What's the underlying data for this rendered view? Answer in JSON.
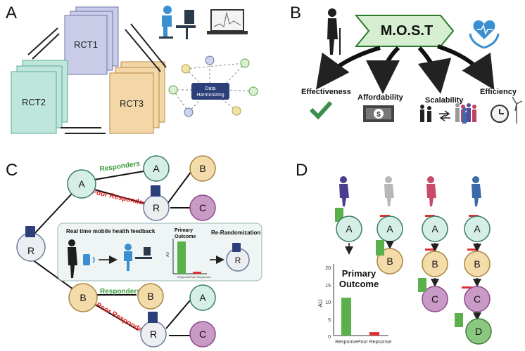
{
  "panels": {
    "A": {
      "letter": "A",
      "rct1": "RCT1",
      "rct2": "RCT2",
      "rct3": "RCT3",
      "harmonizing_line1": "Data",
      "harmonizing_line2": "Harmonizing"
    },
    "B": {
      "letter": "B",
      "title": "M.O.S.T",
      "outcomes": [
        "Effectiveness",
        "Affordability",
        "Scalability",
        "Efficiency"
      ]
    },
    "C": {
      "letter": "C",
      "node_r": "R",
      "node_a": "A",
      "node_b": "B",
      "node_c": "C",
      "responders": "Responders",
      "poor_responders": "Poor Responders",
      "feedback": "Real time mobile health feedback",
      "primary_line1": "Primary",
      "primary_line2": "Outcome",
      "rerandomization": "Re-Randomization",
      "au": "AU",
      "bar_labels": [
        "Response",
        "Poor Responses"
      ]
    },
    "D": {
      "letter": "D",
      "node_a": "A",
      "node_b": "B",
      "node_c": "C",
      "node_d": "D",
      "chart_title_line1": "Primary",
      "chart_title_line2": "Outcome",
      "au": "AU",
      "ticks": [
        "20",
        "15",
        "10",
        "5",
        "0"
      ],
      "bar_labels": [
        "Response",
        "Poor Repsonse"
      ]
    }
  },
  "colors": {
    "green_responders": "#3a9a3a",
    "red_poor": "#e02020",
    "bar_green": "#5ab04a",
    "bar_red": "#e03030",
    "node_teal": "#d6efe6",
    "node_tan": "#f3dcaa",
    "node_purple": "#c99ac6",
    "node_green": "#8cc77f"
  },
  "chart_data": [
    {
      "type": "bar",
      "title": "Primary Outcome",
      "ylabel": "AU",
      "categories": [
        "Response",
        "Poor Repsonse"
      ],
      "values": [
        11,
        1
      ],
      "ylim": [
        0,
        20
      ]
    }
  ]
}
